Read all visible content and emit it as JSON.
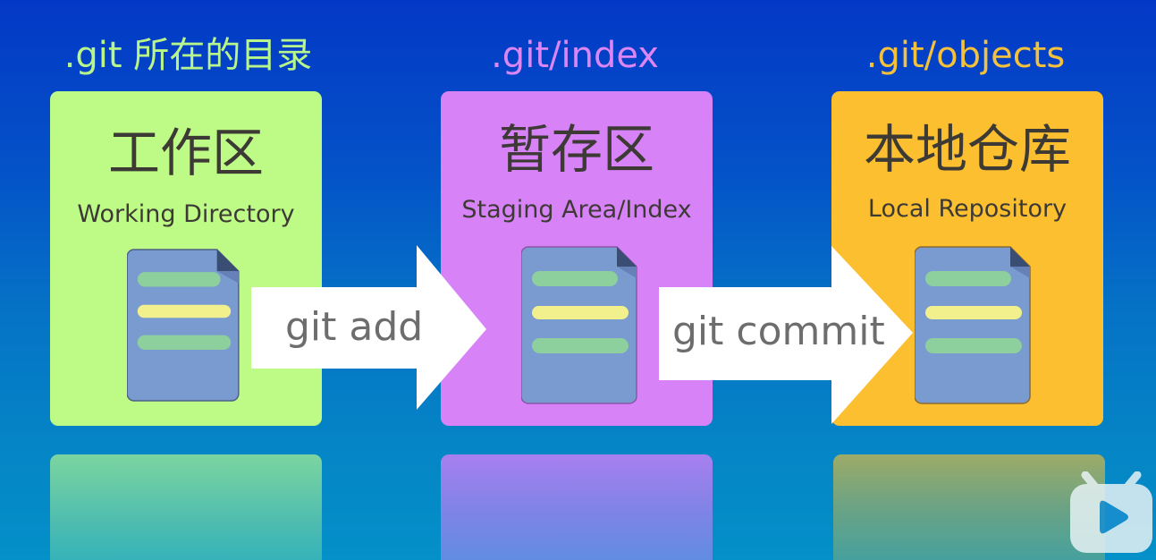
{
  "stages": [
    {
      "location_caption": ".git 所在的目录",
      "title_zh": "工作区",
      "title_en": "Working Directory",
      "color": "#bdfb86",
      "caption_color": "#b8f58a"
    },
    {
      "location_caption": ".git/index",
      "title_zh": "暂存区",
      "title_en": "Staging Area/Index",
      "color": "#d882f8",
      "caption_color": "#dc86f6"
    },
    {
      "location_caption": ".git/objects",
      "title_zh": "本地仓库",
      "title_en": "Local Repository",
      "color": "#fbbf30",
      "caption_color": "#f6c13a"
    }
  ],
  "arrows": [
    {
      "label": "git add",
      "from": "工作区",
      "to": "暂存区"
    },
    {
      "label": "git commit",
      "from": "暂存区",
      "to": "本地仓库"
    }
  ],
  "icons": {
    "document": "document-icon",
    "watermark": "bilibili-tv-logo"
  },
  "colors": {
    "background_top": "#0338c6",
    "background_bottom": "#0490c8",
    "document_body": "#7a9bd0",
    "document_line_green": "#8ecf9e",
    "document_line_yellow": "#f2ef8d",
    "arrow_fill": "#ffffff",
    "arrow_text": "#6d6d6d",
    "title_text": "#3d3a35"
  }
}
